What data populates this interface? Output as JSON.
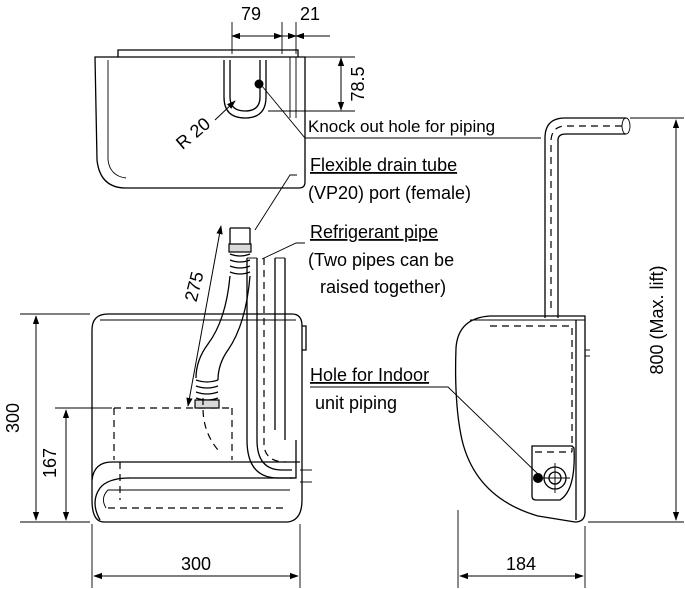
{
  "labels": {
    "knock_out_hole": "Knock out hole for piping",
    "drain_tube_line1": "Flexible drain tube",
    "drain_tube_line2": "(VP20) port (female)",
    "refrigerant_line1": "Refrigerant pipe",
    "refrigerant_line2": "(Two pipes can be",
    "refrigerant_line3": "raised together)",
    "hole_indoor_line1": "Hole for Indoor",
    "hole_indoor_line2": "unit piping"
  },
  "dimensions": {
    "top_width_79": "79",
    "top_width_21": "21",
    "top_height": "78.5",
    "radius": "R 20",
    "drain_length": "275",
    "front_height_300": "300",
    "front_height_167": "167",
    "front_width_300": "300",
    "side_depth_184": "184",
    "max_lift": "800 (Max. lift)"
  }
}
